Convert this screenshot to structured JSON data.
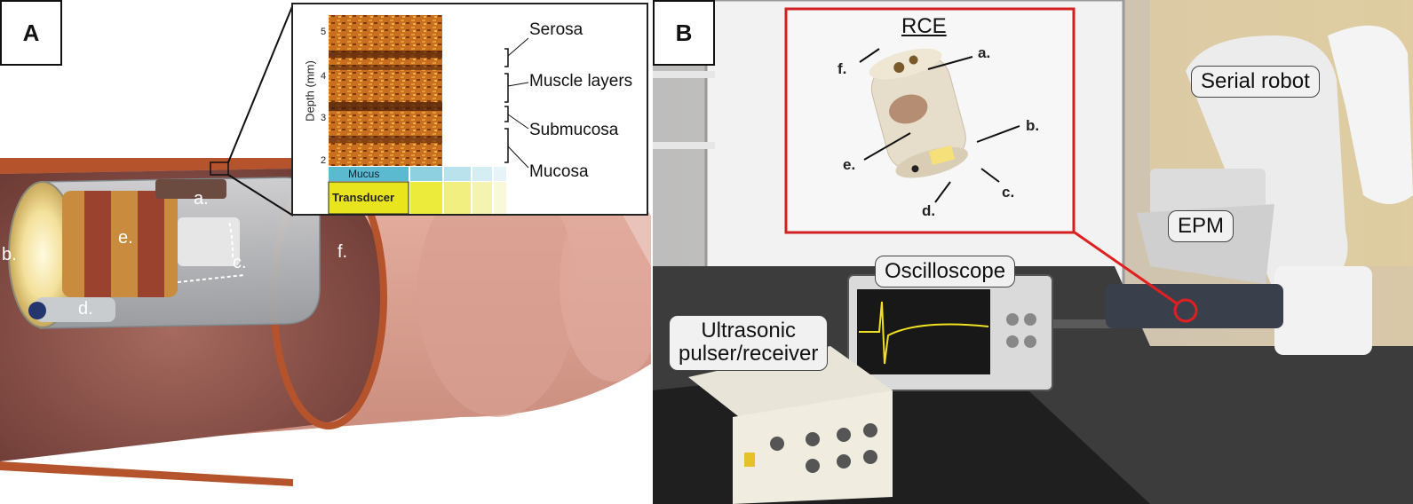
{
  "panel_a": {
    "letter": "A",
    "capsule_labels": {
      "a": "a.",
      "b": "b.",
      "c": "c.",
      "d": "d.",
      "e": "e.",
      "f": "f."
    },
    "inset": {
      "y_axis_label": "Depth (mm)",
      "y_ticks": [
        "5",
        "4",
        "3",
        "2"
      ],
      "layers": [
        "Serosa",
        "Muscle layers",
        "Submucosa",
        "Mucosa"
      ],
      "mucus_label": "Mucus",
      "transducer_label": "Transducer"
    }
  },
  "panel_b": {
    "letter": "B",
    "rce_title": "RCE",
    "rce_labels": {
      "a": "a.",
      "b": "b.",
      "c": "c.",
      "d": "d.",
      "e": "e.",
      "f": "f."
    },
    "equipment": {
      "serial_robot": "Serial robot",
      "epm": "EPM",
      "oscilloscope": "Oscilloscope",
      "pulser_receiver": "Ultrasonic\npulser/receiver"
    }
  }
}
